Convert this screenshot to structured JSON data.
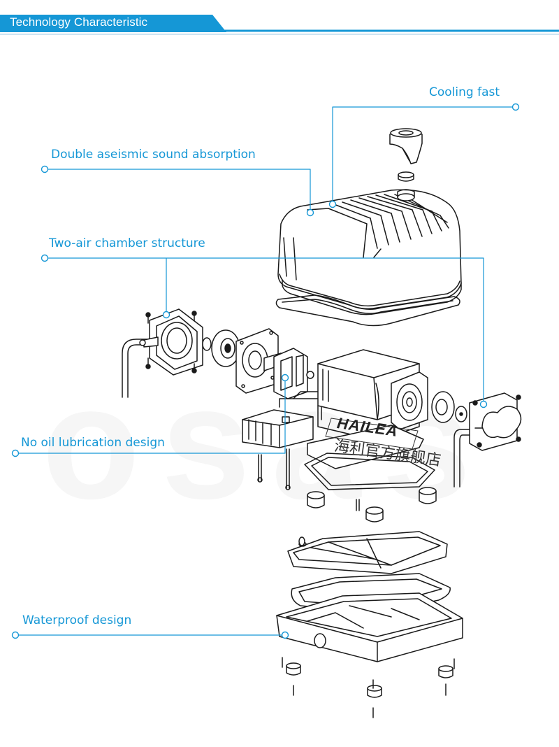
{
  "header": {
    "title": "Technology Characteristic"
  },
  "callouts": {
    "cooling": "Cooling fast",
    "double_aseismic": "Double aseismic sound absorption",
    "two_air": "Two-air chamber structure",
    "no_oil": "No oil lubrication design",
    "waterproof": "Waterproof design"
  },
  "brand": {
    "name": "HAILEA",
    "cn": "海利官方旗舰店"
  },
  "watermark": "osas",
  "colors": {
    "accent": "#1597d6",
    "line_art": "#1a1a1a"
  }
}
